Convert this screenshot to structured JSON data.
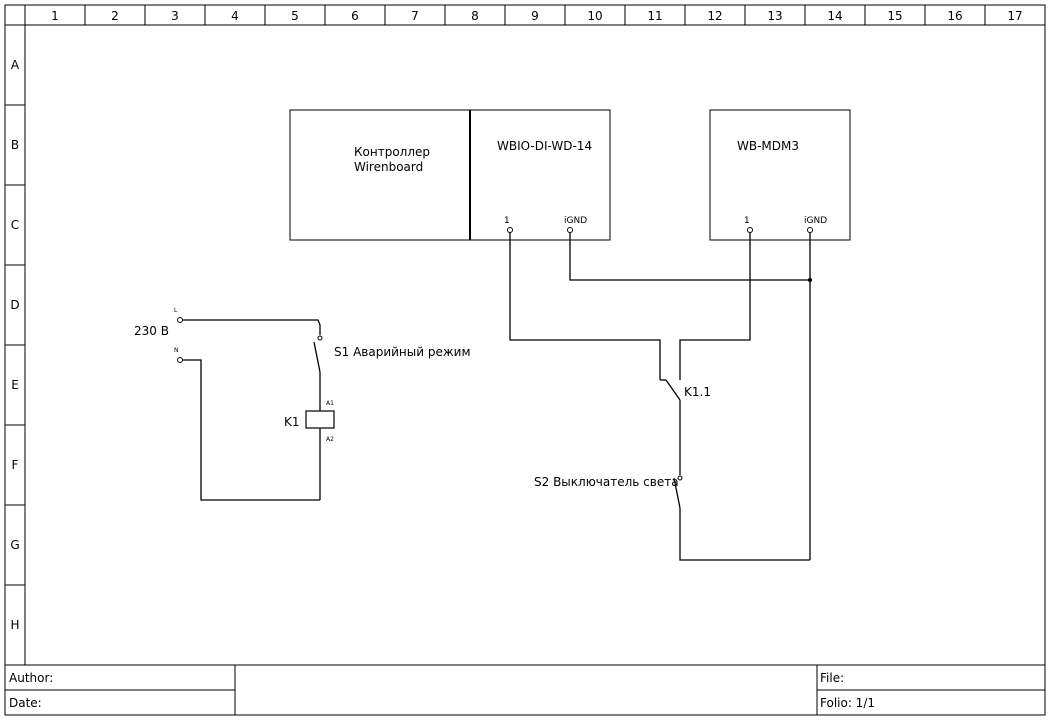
{
  "grid": {
    "columns": [
      "1",
      "2",
      "3",
      "4",
      "5",
      "6",
      "7",
      "8",
      "9",
      "10",
      "11",
      "12",
      "13",
      "14",
      "15",
      "16",
      "17"
    ],
    "rows": [
      "A",
      "B",
      "C",
      "D",
      "E",
      "F",
      "G",
      "H"
    ]
  },
  "devices": {
    "controller_line1": "Контроллер",
    "controller_line2": "Wirenboard",
    "module_di": "WBIO-DI-WD-14",
    "module_mdm": "WB-MDM3",
    "di_pin1": "1",
    "di_pin_gnd": "iGND",
    "mdm_pin1": "1",
    "mdm_pin_gnd": "iGND"
  },
  "power_circuit": {
    "voltage": "230 В",
    "terminal_l": "L",
    "terminal_n": "N",
    "s1_label": "S1 Аварийный режим",
    "coil_label": "K1",
    "coil_a1": "A1",
    "coil_a2": "A2"
  },
  "signal_circuit": {
    "contact_label": "K1.1",
    "s2_label": "S2 Выключатель света"
  },
  "title_block": {
    "author_label": "Author:",
    "date_label": "Date:",
    "file_label": "File:",
    "folio_label": "Folio: 1/1"
  }
}
